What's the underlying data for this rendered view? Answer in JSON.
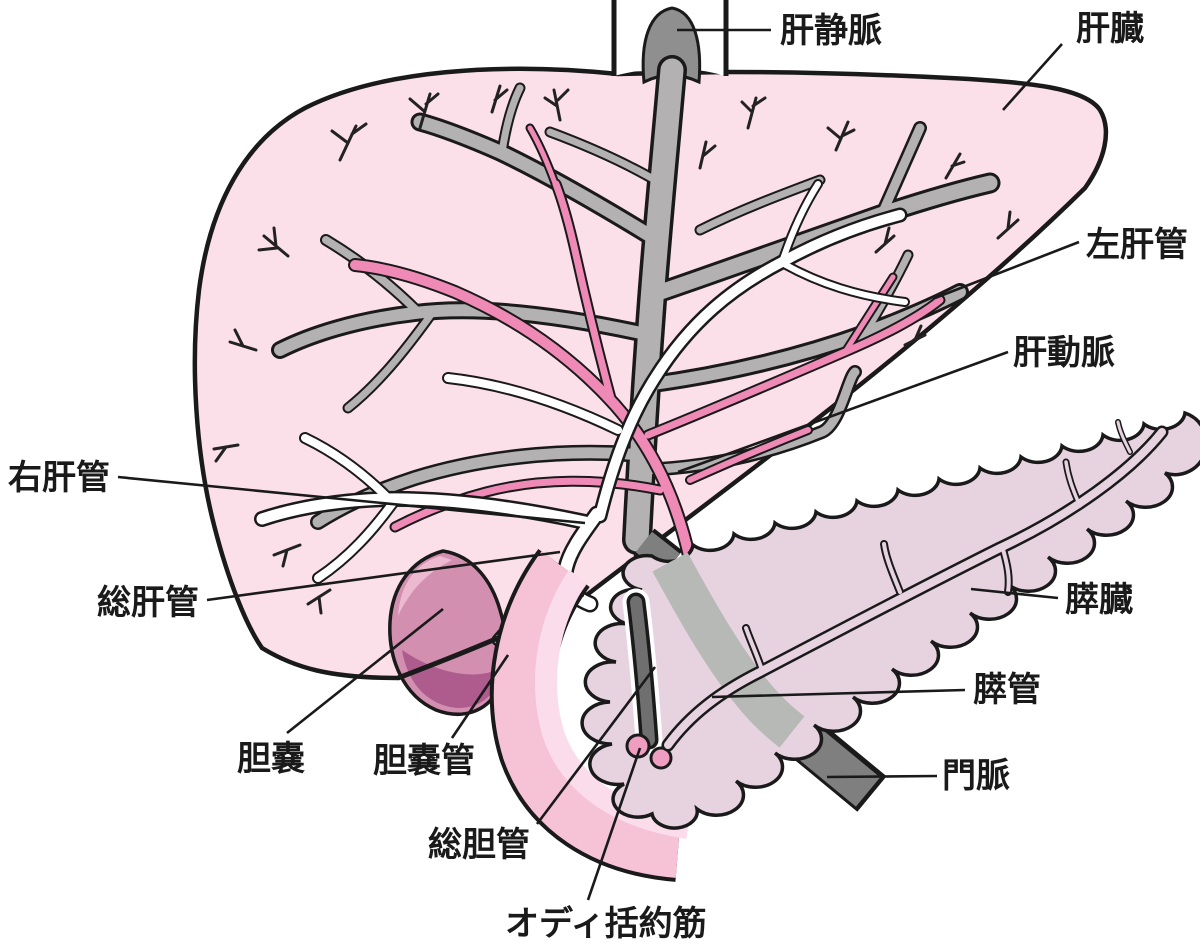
{
  "diagram": {
    "subject": "肝臓・胆道・膵臓の解剖図",
    "labels": {
      "hepatic_vein": "肝静脈",
      "liver": "肝臓",
      "left_hepatic_duct": "左肝管",
      "hepatic_artery": "肝動脈",
      "right_hepatic_duct": "右肝管",
      "common_hepatic_duct": "総肝管",
      "gallbladder": "胆嚢",
      "cystic_duct": "胆嚢管",
      "common_bile_duct": "総胆管",
      "sphincter_of_oddi": "オディ括約筋",
      "pancreas": "膵臓",
      "pancreatic_duct": "膵管",
      "portal_vein": "門脈"
    },
    "colors": {
      "liver_fill": "#fbdfe9",
      "vein_gray": "#b3b1b1",
      "dark_vessel_gray": "#7f7f7f",
      "artery_pink": "#ef8ab6",
      "duct_white": "#ffffff",
      "gallbladder_mid": "#d28fb0",
      "gallbladder_dark": "#ad5c8d",
      "gallbladder_light": "#ecb9d0",
      "duodenum_pink": "#f6c2d6",
      "duodenum_inner": "#fbdcea",
      "pancreas_fill": "#e7d3e0",
      "sphincter_pink": "#ef9ec2",
      "outline": "#1a1a1a"
    }
  }
}
